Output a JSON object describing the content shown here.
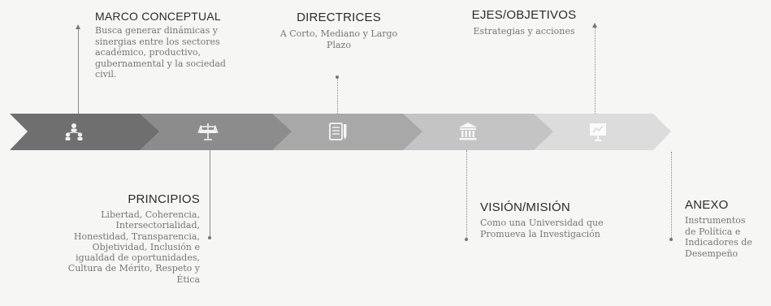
{
  "stages": [
    {
      "icon": "people-network-icon",
      "color": "#6f6f6f"
    },
    {
      "icon": "scales-icon",
      "color": "#8c8c8c"
    },
    {
      "icon": "document-pencil-icon",
      "color": "#a7a7a7"
    },
    {
      "icon": "institution-building-icon",
      "color": "#c3c3c3"
    },
    {
      "icon": "presentation-board-icon",
      "color": "#dadada"
    }
  ],
  "marco_conceptual": {
    "title": "MARCO CONCEPTUAL",
    "lines": [
      "Busca generar dinámicas y",
      "sinergias entre los sectores",
      "académico, productivo,",
      "gubernamental y la sociedad",
      "civil."
    ]
  },
  "directrices": {
    "title": "DIRECTRICES",
    "lines": [
      "A Corto, Mediano y Largo",
      "Plazo"
    ]
  },
  "ejes_objetivos": {
    "title": "EJES/OBJETIVOS",
    "lines": [
      "Estrategias y acciones"
    ]
  },
  "principios": {
    "title": "PRINCIPIOS",
    "lines": [
      "Libertad, Coherencia,",
      "Intersectorialidad,",
      "Honestidad, Transparencia,",
      "Objetividad, Inclusión e",
      "igualdad de oportunidades,",
      "Cultura de Mérito, Respeto y",
      "Ética"
    ]
  },
  "vision_mision": {
    "title": "VISIÓN/MISIÓN",
    "lines": [
      "Como una Universidad que",
      "Promueva la Investigación"
    ]
  },
  "anexo": {
    "title": "ANEXO",
    "lines": [
      "Instrumentos",
      "de Política e",
      "Indicadores de",
      "Desempeño"
    ]
  }
}
